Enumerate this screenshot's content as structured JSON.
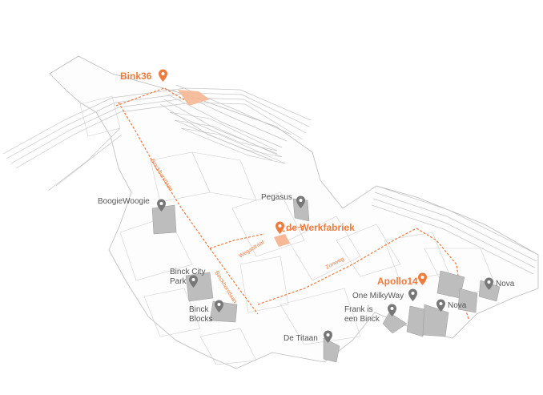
{
  "colors": {
    "accent": "#ef7b3e",
    "accent_light": "#f6b896",
    "pin_gray": "#777777",
    "building_gray": "#bdbdbd",
    "linework": "#c8c8c8",
    "label_gray": "#555555"
  },
  "featured_locations": [
    {
      "name": "Bink36",
      "icon": "map-pin-icon"
    },
    {
      "name": "de Werkfabriek",
      "icon": "map-pin-icon"
    },
    {
      "name": "Apollo14",
      "icon": "map-pin-icon"
    }
  ],
  "locations": [
    {
      "name": "BoogieWoogie",
      "icon": "map-pin-icon"
    },
    {
      "name": "Pegasus",
      "icon": "map-pin-icon"
    },
    {
      "name": "Binck City",
      "name_line2": "Park",
      "icon": "map-pin-icon"
    },
    {
      "name": "Binck",
      "name_line2": "Blocks",
      "icon": "map-pin-icon"
    },
    {
      "name": "One MilkyWay",
      "icon": "map-pin-icon"
    },
    {
      "name": "Nova",
      "icon": "map-pin-icon"
    },
    {
      "name": "Nova",
      "icon": "map-pin-icon"
    },
    {
      "name": "Frank is",
      "name_line2": "een Binck",
      "icon": "map-pin-icon"
    },
    {
      "name": "De Titaan",
      "icon": "map-pin-icon"
    }
  ],
  "streets": [
    {
      "name": "Binckhorstlaan"
    },
    {
      "name": "Binckhorstlaan"
    },
    {
      "name": "Wegastraat"
    },
    {
      "name": "Zonweg"
    }
  ]
}
